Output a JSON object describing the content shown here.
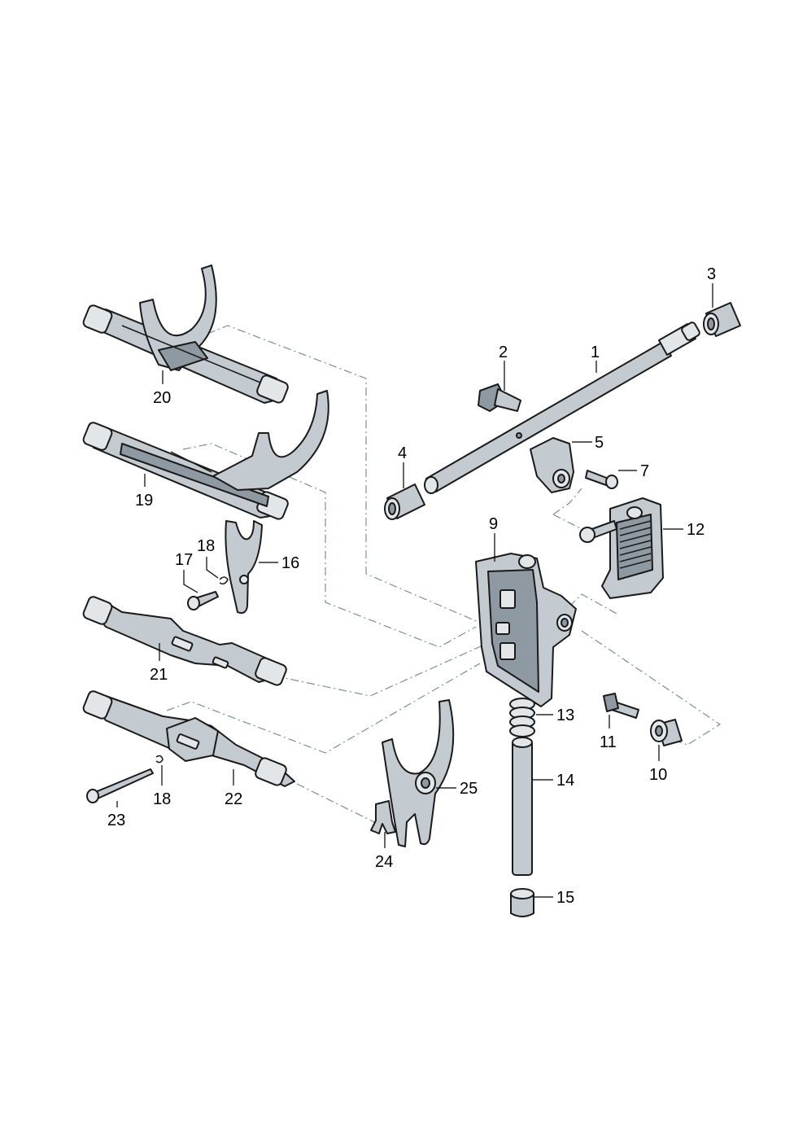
{
  "callouts": [
    {
      "id": "c1",
      "text": "1"
    },
    {
      "id": "c2",
      "text": "2"
    },
    {
      "id": "c3",
      "text": "3"
    },
    {
      "id": "c4",
      "text": "4"
    },
    {
      "id": "c5",
      "text": "5"
    },
    {
      "id": "c7",
      "text": "7"
    },
    {
      "id": "c9",
      "text": "9"
    },
    {
      "id": "c10",
      "text": "10"
    },
    {
      "id": "c11",
      "text": "11"
    },
    {
      "id": "c12",
      "text": "12"
    },
    {
      "id": "c13",
      "text": "13"
    },
    {
      "id": "c14",
      "text": "14"
    },
    {
      "id": "c15",
      "text": "15"
    },
    {
      "id": "c16",
      "text": "16"
    },
    {
      "id": "c17",
      "text": "17"
    },
    {
      "id": "c18a",
      "text": "18"
    },
    {
      "id": "c18b",
      "text": "18"
    },
    {
      "id": "c19",
      "text": "19"
    },
    {
      "id": "c20",
      "text": "20"
    },
    {
      "id": "c21",
      "text": "21"
    },
    {
      "id": "c22",
      "text": "22"
    },
    {
      "id": "c23",
      "text": "23"
    },
    {
      "id": "c24",
      "text": "24"
    },
    {
      "id": "c25",
      "text": "25"
    }
  ],
  "colors": {
    "part_fill": "#c3cad0",
    "part_light": "#e2e6e9",
    "part_dark": "#8f99a2",
    "outline": "#1a1a1a",
    "dash_line": "#7f8c99"
  }
}
